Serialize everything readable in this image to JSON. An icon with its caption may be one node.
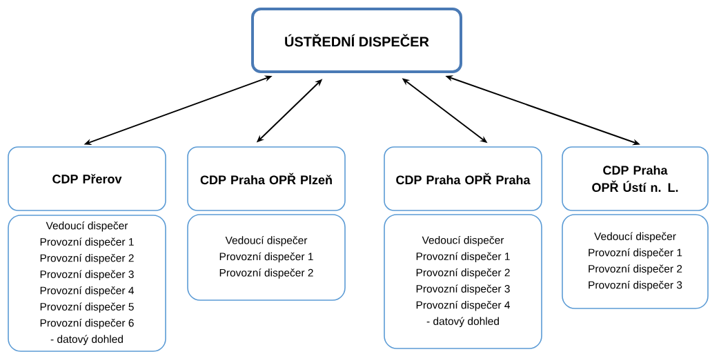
{
  "diagram": {
    "nodes": [
      {
        "text": [
          "ÚSTŘEDNÍ DISPEČER"
        ]
      },
      {
        "text": [
          "CDP Přerov"
        ]
      },
      {
        "text": [
          "Vedoucí dispečer",
          "Provozní dispečer 1",
          "Provozní dispečer 2",
          "Provozní dispečer 3",
          "Provozní dispečer 4",
          "Provozní dispečer 5",
          "Provozní dispečer 6",
          "- datový dohled"
        ]
      },
      {
        "text": [
          "CDP Praha OPŘ Plzeň"
        ]
      },
      {
        "text": [
          "Vedoucí dispečer",
          "Provozní dispečer 1",
          "Provozní dispečer 2"
        ]
      },
      {
        "text": [
          "CDP Praha OPŘ Praha"
        ]
      },
      {
        "text": [
          "Vedoucí dispečer",
          "Provozní dispečer 1",
          "Provozní dispečer 2",
          "Provozní dispečer 3",
          "Provozní dispečer 4",
          "- datový dohled"
        ]
      },
      {
        "text": [
          "CDP Praha OPŘ Ústí n. L."
        ]
      },
      {
        "text": [
          "Vedoucí dispečer",
          "Provozní dispečer 1",
          "Provozní dispečer 2",
          "Provozní dispečer 3"
        ]
      }
    ],
    "edges": [
      {
        "from": 0,
        "to": 1,
        "arrow": "both"
      },
      {
        "from": 0,
        "to": 3,
        "arrow": "both"
      },
      {
        "from": 0,
        "to": 5,
        "arrow": "both"
      },
      {
        "from": 0,
        "to": 7,
        "arrow": "both"
      }
    ]
  }
}
